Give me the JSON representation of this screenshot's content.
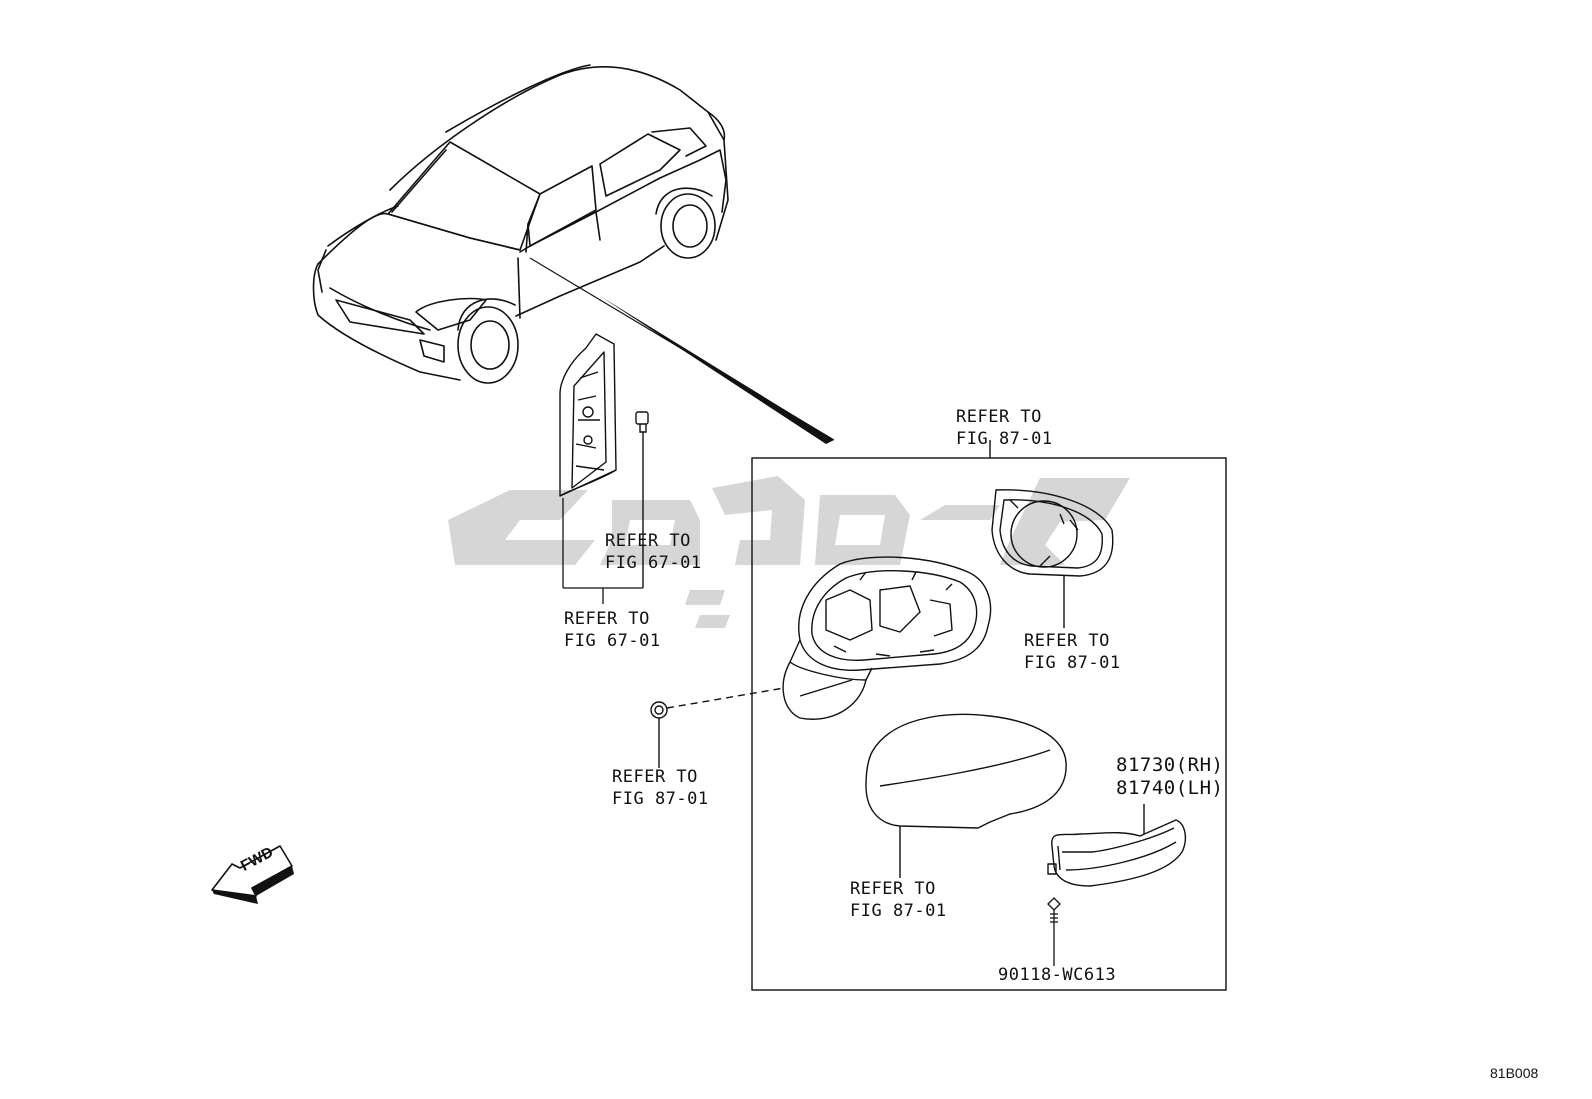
{
  "labels": {
    "refer_top_1": "REFER TO",
    "refer_top_2": "FIG 87-01",
    "refer_inner67_1": "REFER TO",
    "refer_inner67_2": "FIG 67-01",
    "refer_outer67_1": "REFER TO",
    "refer_outer67_2": "FIG 67-01",
    "refer_glass_1": "REFER TO",
    "refer_glass_2": "FIG 87-01",
    "refer_nut_1": "REFER TO",
    "refer_nut_2": "FIG 87-01",
    "refer_cover_1": "REFER TO",
    "refer_cover_2": "FIG 87-01",
    "part_rh": "81730(RH)",
    "part_lh": "81740(LH)",
    "screw_part": "90118-WC613",
    "fwd": "FWD",
    "figure_code": "81B008"
  },
  "icons": {
    "vehicle": "car-outline-icon",
    "fwd": "fwd-arrow-icon",
    "watermark": "watermark-logo"
  },
  "colors": {
    "line": "#111111",
    "watermark": "#d4d4d4",
    "background": "#ffffff"
  }
}
